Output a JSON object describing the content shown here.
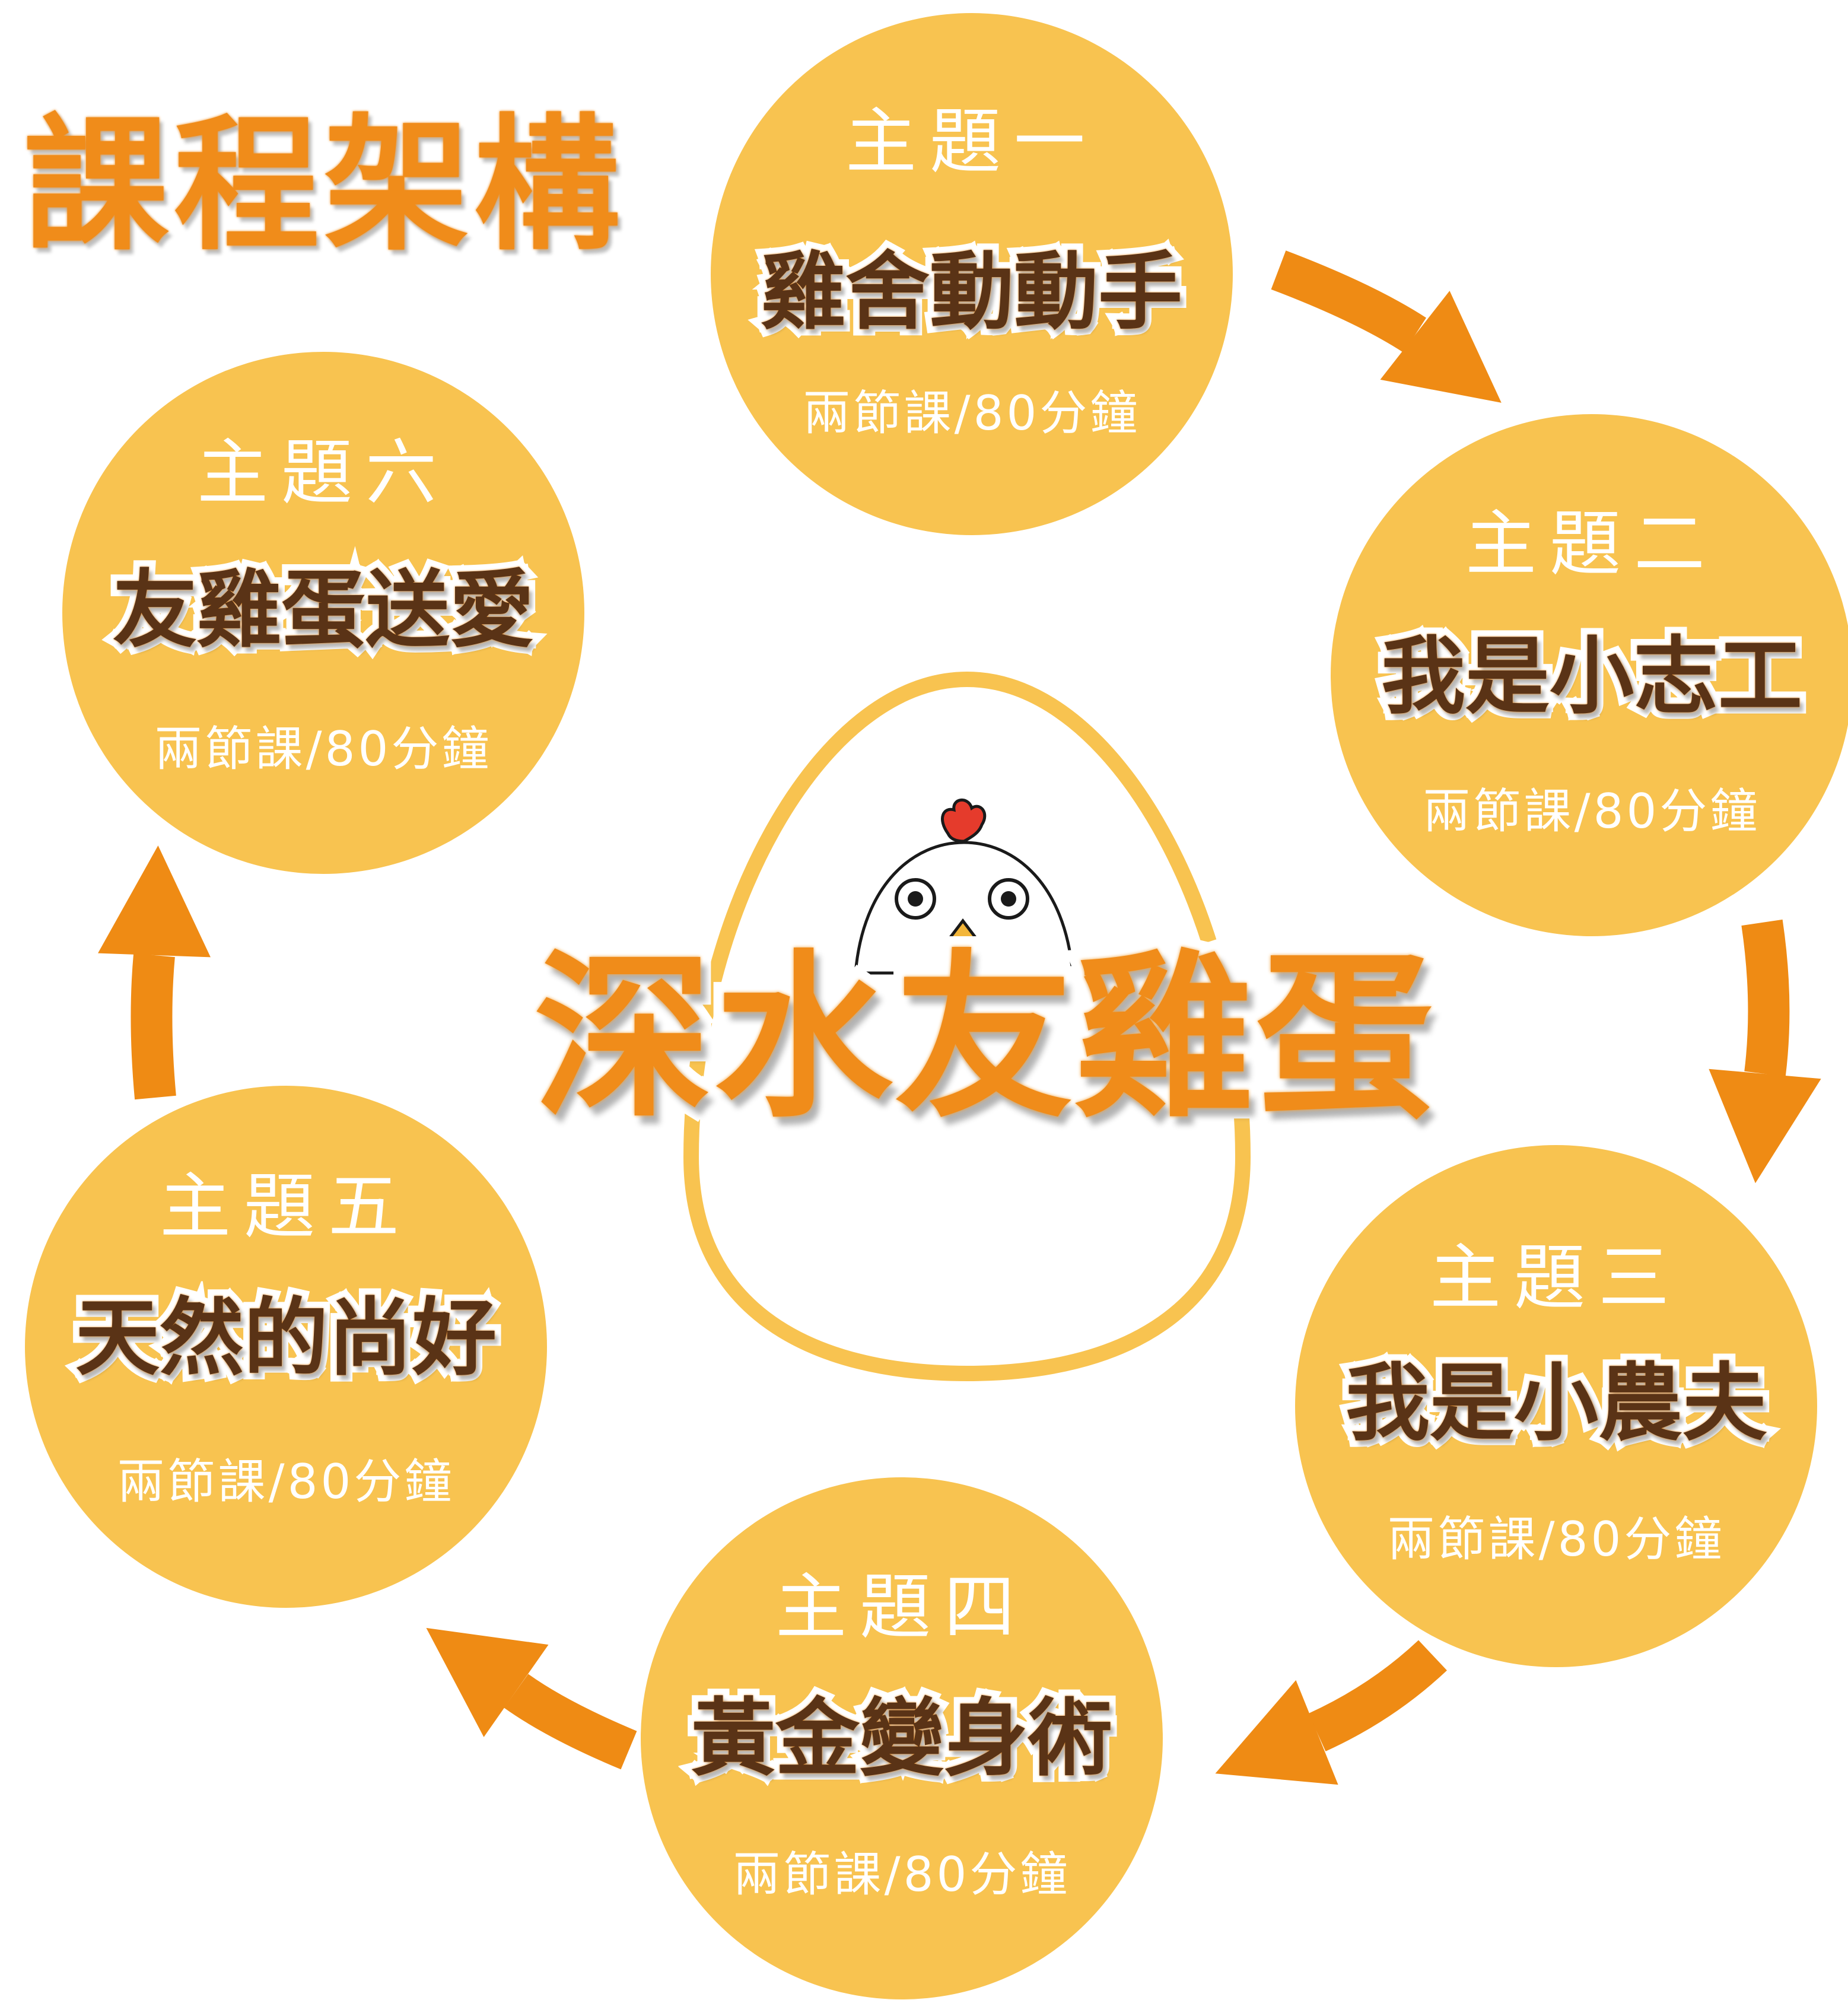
{
  "title": "課程架構",
  "center": {
    "title": "深水友雞蛋"
  },
  "topics": [
    {
      "label": "主題一",
      "name": "雞舍動動手",
      "duration": "兩節課/80分鐘"
    },
    {
      "label": "主題二",
      "name": "我是小志工",
      "duration": "兩節課/80分鐘"
    },
    {
      "label": "主題三",
      "name": "我是小農夫",
      "duration": "兩節課/80分鐘"
    },
    {
      "label": "主題四",
      "name": "黃金變身術",
      "duration": "兩節課/80分鐘"
    },
    {
      "label": "主題五",
      "name": "天然的尚好",
      "duration": "兩節課/80分鐘"
    },
    {
      "label": "主題六",
      "name": "友雞蛋送愛",
      "duration": "兩節課/80分鐘"
    }
  ],
  "colors": {
    "circle": "#f8c350",
    "arrow": "#ef8b14",
    "title": "#f08c1a",
    "egg_outline": "#f8c350"
  }
}
